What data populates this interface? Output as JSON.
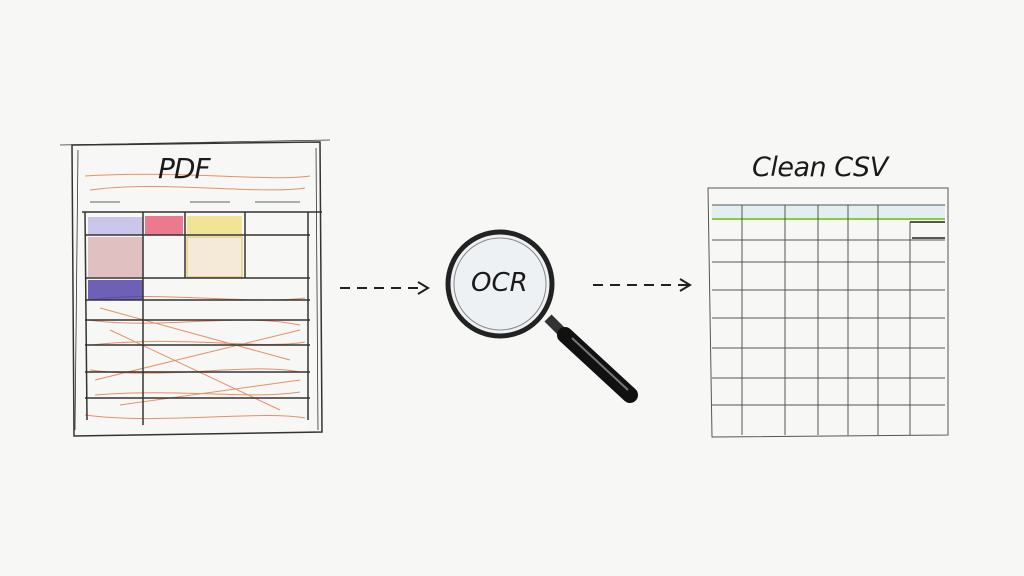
{
  "diagram": {
    "source": {
      "label": "PDF"
    },
    "process": {
      "label": "OCR"
    },
    "output": {
      "label": "Clean CSV"
    }
  },
  "colors": {
    "ink": "#2a2a2a",
    "orange": "#e0642a",
    "red": "#d9304a",
    "yellow": "#d9b42a",
    "purple": "#4a3aa8",
    "green": "#8ccc3a",
    "lens": "#eef1f4"
  }
}
